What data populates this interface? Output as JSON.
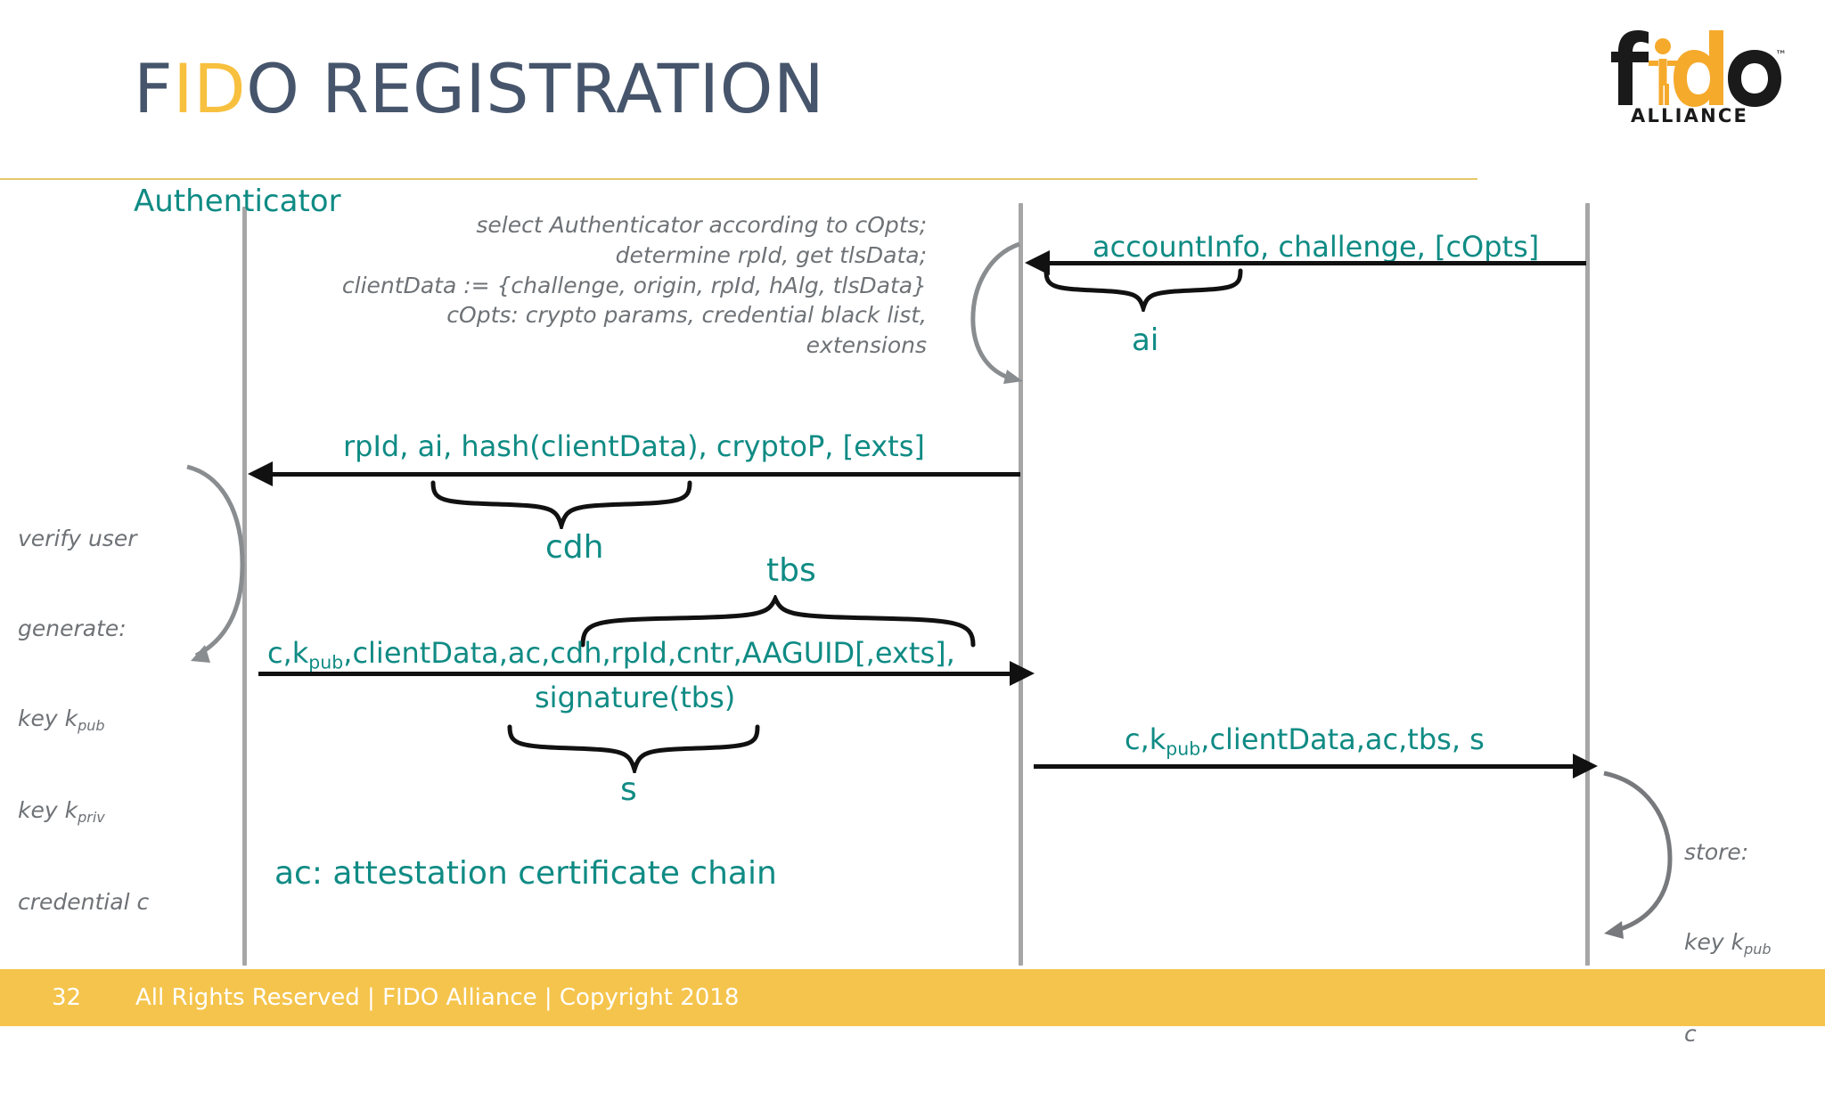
{
  "slide": {
    "title_prefix": "F",
    "title_highlight": "ID",
    "title_suffix": "O REGISTRATION",
    "title_full": "FIDO REGISTRATION",
    "accent_gold": "#f5c44c",
    "accent_teal": "#0f8b84",
    "title_color": "#46556b",
    "rule_color": "#e6c86a"
  },
  "logo": {
    "wordmark_f": "f",
    "wordmark_id": "id",
    "wordmark_o": "o",
    "trademark": "TM",
    "alliance": "ALLIANCE"
  },
  "lanes": {
    "authenticator_label": "Authenticator"
  },
  "notes": {
    "client_note": "select Authenticator according to cOpts;\ndetermine rpId, get tlsData;\nclientData := {challenge, origin, rpId, hAlg, tlsData}\ncOpts: crypto params, credential black list,\nextensions",
    "authenticator_note": "verify user\ngenerate:\nkey k",
    "auth_line1": "verify user",
    "auth_line2": "generate:",
    "auth_line3_main": "key k",
    "auth_line3_sub": "pub",
    "auth_line4_main": "key k",
    "auth_line4_sub": "priv",
    "auth_line5": "credential c",
    "store_line1": "store:",
    "store_line2_main": "key k",
    "store_line2_sub": "pub",
    "store_line3": "c"
  },
  "messages": {
    "m1_label": "accountInfo, challenge, [cOpts]",
    "m1_brace_label": "ai",
    "m2_label": "rpId, ai, hash(clientData), cryptoP, [exts]",
    "m2_brace_label": "cdh",
    "m3_brace_label": "tbs",
    "m3_label_a": "c,k",
    "m3_label_a_sub": "pub",
    "m3_label_b": ",clientData,ac,cdh,rpId,cntr,AAGUID[,exts],",
    "m3_label_line2": "signature(tbs)",
    "m3_brace2_label": "s",
    "m4_label_a": "c,k",
    "m4_label_a_sub": "pub",
    "m4_label_b": ",clientData,ac,tbs, s"
  },
  "legend": {
    "ac_note": "ac: attestation certificate chain"
  },
  "footer": {
    "page_number": "32",
    "copyright": "All Rights Reserved | FIDO Alliance | Copyright 2018"
  }
}
